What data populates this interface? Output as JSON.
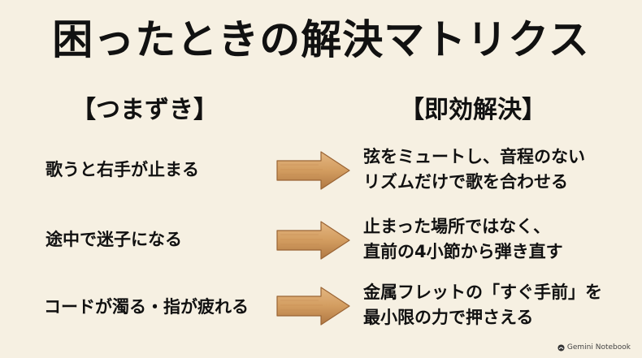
{
  "title": "困ったときの解決マトリクス",
  "columns": {
    "left": "【つまずき】",
    "right": "【即効解決】"
  },
  "rows": [
    {
      "problem": "歌うと右手が止まる",
      "solution": [
        "弦をミュートし、音程のない",
        "リズムだけで歌を合わせる"
      ]
    },
    {
      "problem": "途中で迷子になる",
      "solution": [
        "止まった場所ではなく、",
        "直前の4小節から弾き直す"
      ]
    },
    {
      "problem": "コードが濁る・指が疲れる",
      "solution": [
        "金属フレットの「すぐ手前」を",
        "最小限の力で押さえる"
      ]
    }
  ],
  "footer": {
    "brand": "Gemini Notebook",
    "icon": "gemini-notebook-logo-icon"
  },
  "colors": {
    "background": "#f6f0e2",
    "text": "#111111",
    "arrow_wood_light": "#d8a66c",
    "arrow_wood_dark": "#a8703c"
  }
}
